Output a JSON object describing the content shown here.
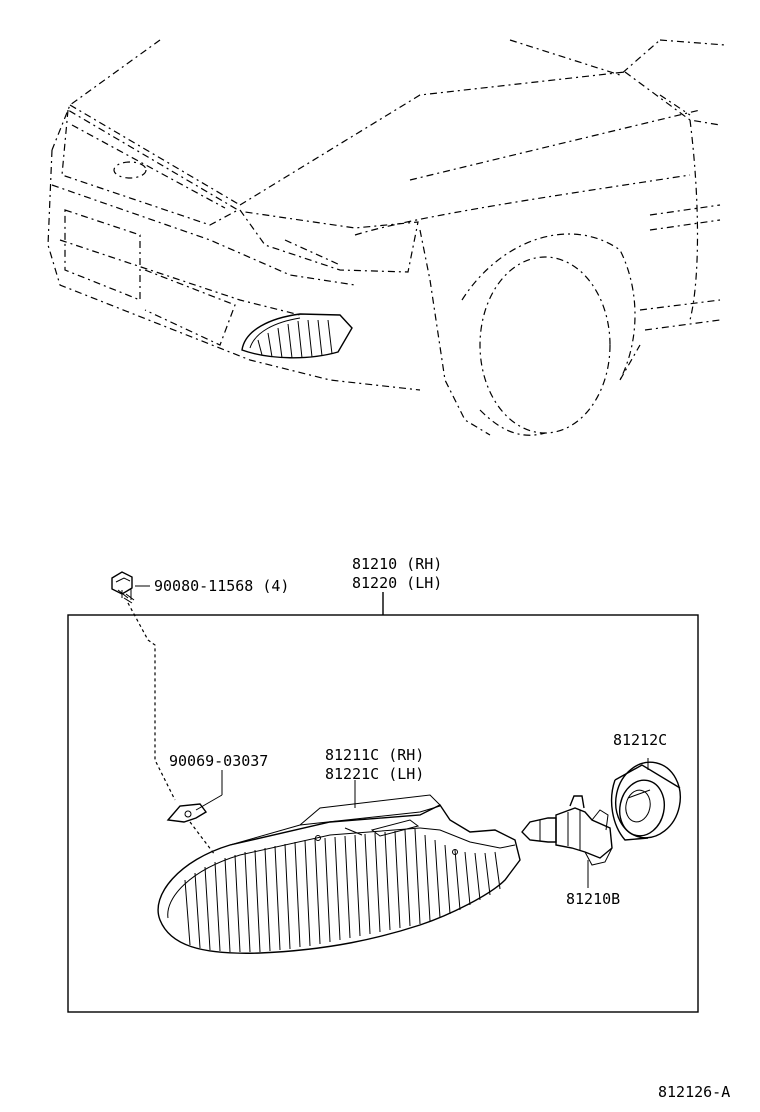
{
  "labels": {
    "assembly_rh": "81210 (RH)",
    "assembly_lh": "81220 (LH)",
    "bolt": "90080-11568 (4)",
    "clip": "90069-03037",
    "lens_rh": "81211C (RH)",
    "lens_lh": "81221C (LH)",
    "socket": "81212C",
    "bulb": "81210B",
    "figure_id": "812126-A"
  }
}
